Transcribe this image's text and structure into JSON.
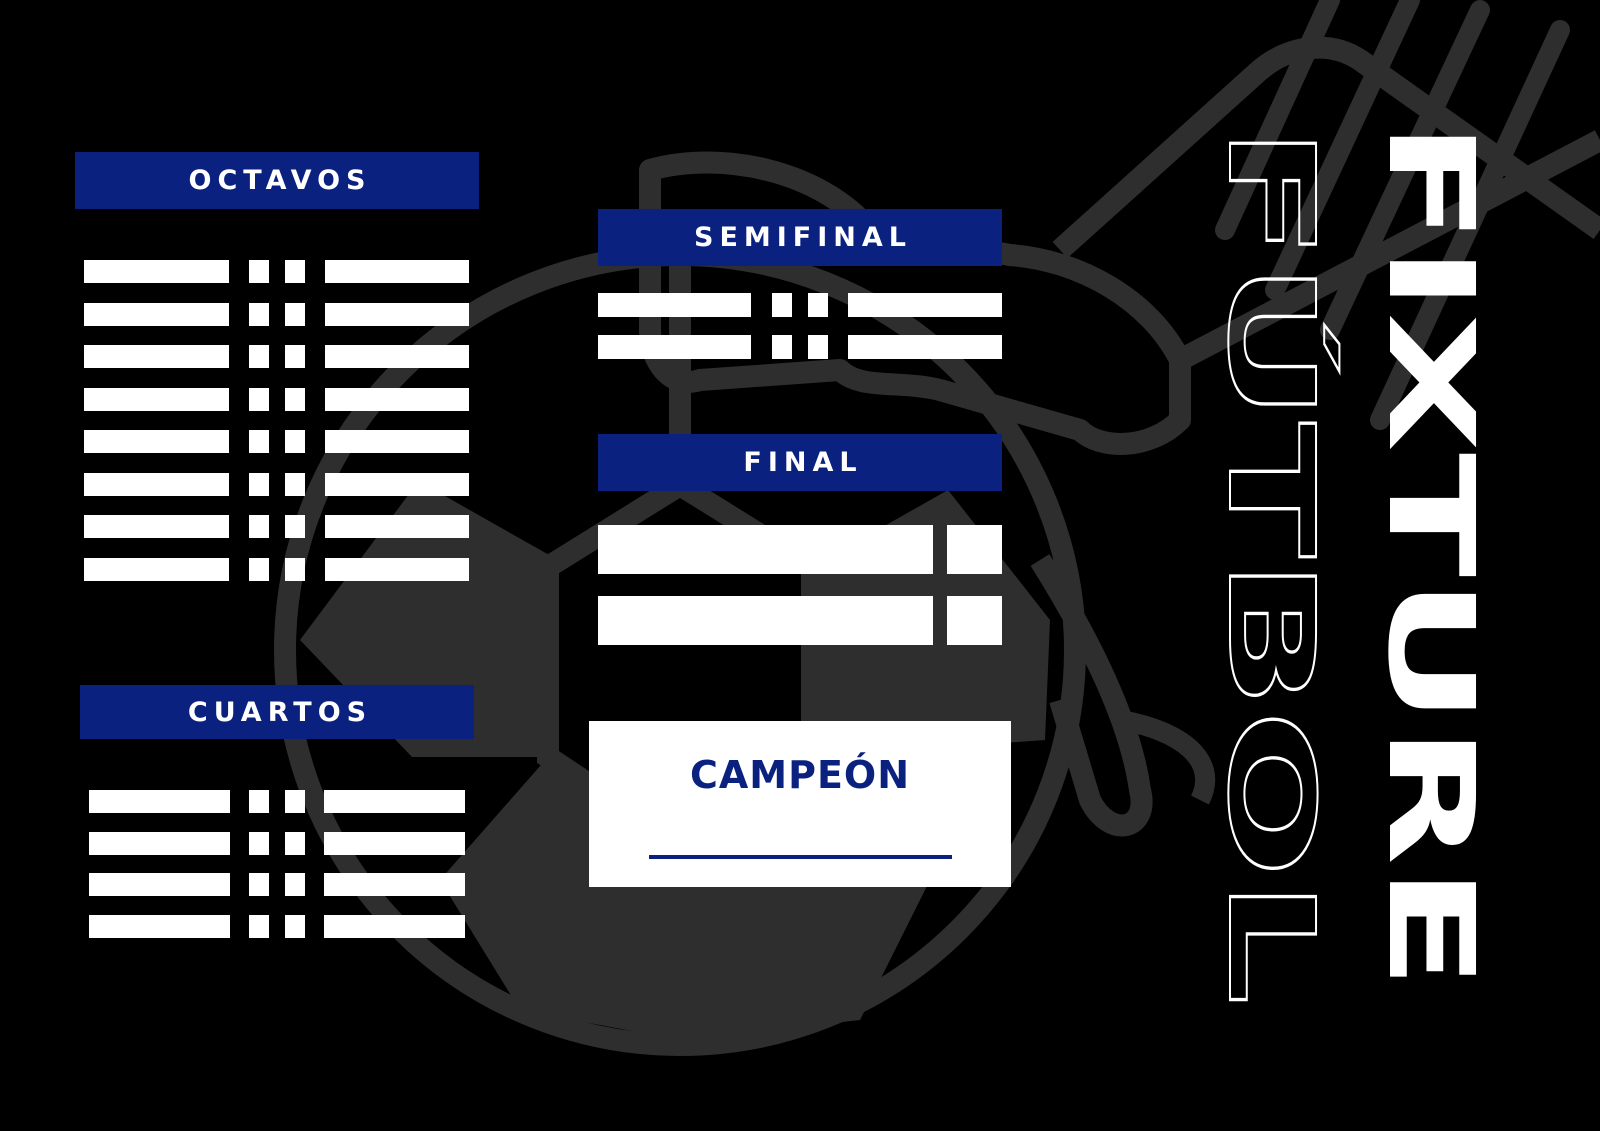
{
  "title": {
    "fixture": "FIXTURE",
    "futbol": "FÚTBOL"
  },
  "headers": {
    "octavos": "OCTAVOS",
    "cuartos": "CUARTOS",
    "semifinal": "SEMIFINAL",
    "final": "FINAL"
  },
  "champion": {
    "label": "CAMPEÓN"
  },
  "rounds": {
    "octavos_matches": 8,
    "cuartos_matches": 4,
    "semifinal_matches": 2,
    "final_rows": 2
  },
  "colors": {
    "background": "#000000",
    "accent": "#0b2180",
    "slot": "#ffffff",
    "art": "#2e2e2e"
  }
}
